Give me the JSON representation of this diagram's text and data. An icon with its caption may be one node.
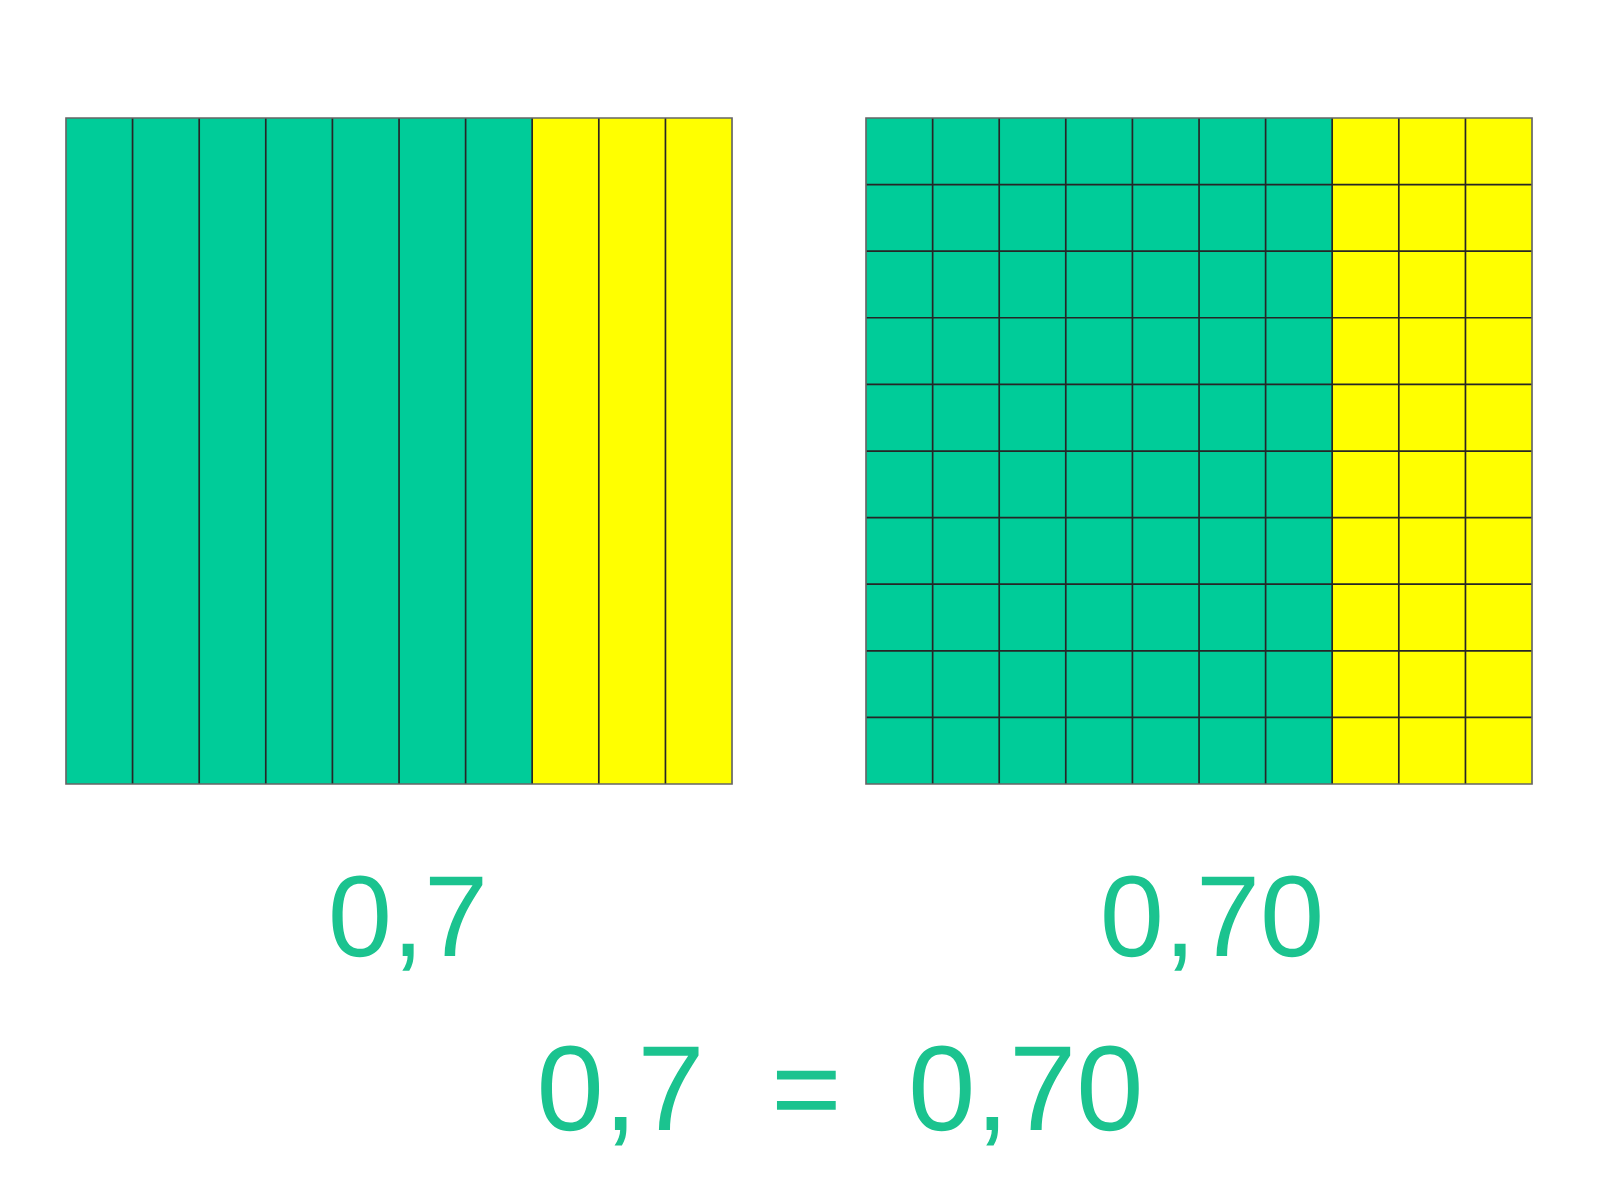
{
  "diagram": {
    "labels": [
      "0,7",
      "0,70",
      "0,7 = 0,70"
    ]
  }
}
